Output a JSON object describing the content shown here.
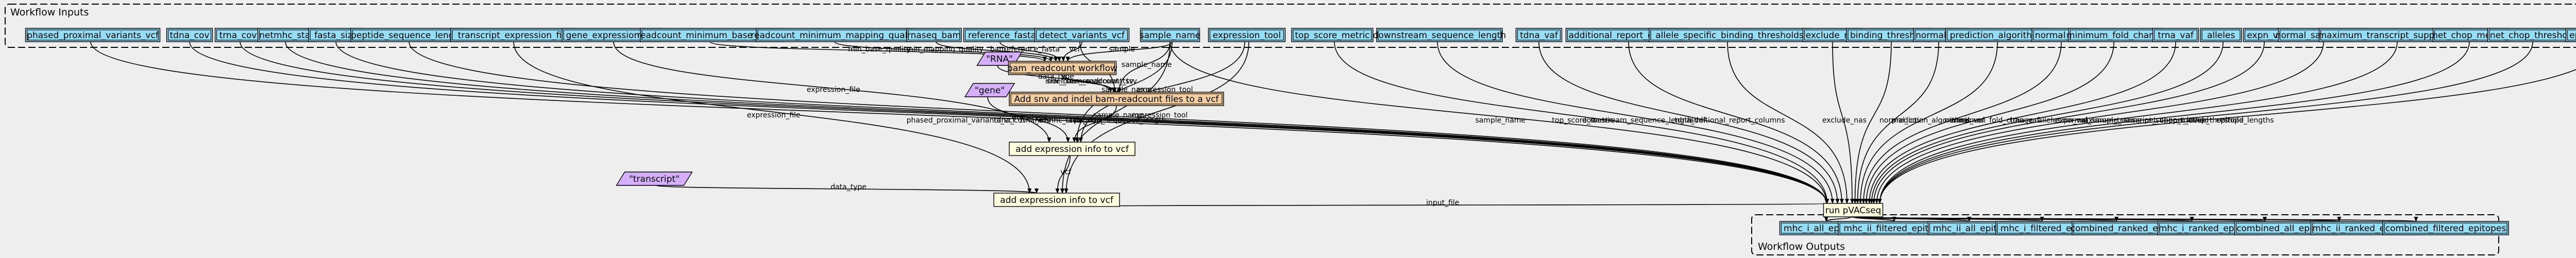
{
  "clusters": {
    "inputs_title": "Workflow Inputs",
    "outputs_title": "Workflow Outputs"
  },
  "inputs": [
    {
      "id": "phased_proximal_variants_vcf",
      "label": "phased_proximal_variants_vcf"
    },
    {
      "id": "tdna_cov",
      "label": "tdna_cov"
    },
    {
      "id": "trna_cov",
      "label": "trna_cov"
    },
    {
      "id": "netmhc_stab",
      "label": "netmhc_stab"
    },
    {
      "id": "fasta_size",
      "label": "fasta_size"
    },
    {
      "id": "peptide_sequence_length",
      "label": "peptide_sequence_length"
    },
    {
      "id": "transcript_expression_file",
      "label": "transcript_expression_file"
    },
    {
      "id": "gene_expression_file",
      "label": "gene_expression_file"
    },
    {
      "id": "readcount_minimum_base_quality",
      "label": "readcount_minimum_base_quality"
    },
    {
      "id": "readcount_minimum_mapping_quality",
      "label": "readcount_minimum_mapping_quality"
    },
    {
      "id": "rnaseq_bam",
      "label": "rnaseq_bam"
    },
    {
      "id": "reference_fasta",
      "label": "reference_fasta"
    },
    {
      "id": "detect_variants_vcf",
      "label": "detect_variants_vcf"
    },
    {
      "id": "sample_name",
      "label": "sample_name"
    },
    {
      "id": "expression_tool",
      "label": "expression_tool"
    },
    {
      "id": "top_score_metric",
      "label": "top_score_metric"
    },
    {
      "id": "downstream_sequence_length",
      "label": "downstream_sequence_length"
    },
    {
      "id": "tdna_vaf",
      "label": "tdna_vaf"
    },
    {
      "id": "additional_report_columns",
      "label": "additional_report_columns"
    },
    {
      "id": "allele_specific_binding_thresholds",
      "label": "allele_specific_binding_thresholds"
    },
    {
      "id": "exclude_nas",
      "label": "exclude_nas"
    },
    {
      "id": "binding_threshold",
      "label": "binding_threshold"
    },
    {
      "id": "normal_cov",
      "label": "normal_cov"
    },
    {
      "id": "prediction_algorithms",
      "label": "prediction_algorithms"
    },
    {
      "id": "normal_vaf",
      "label": "normal_vaf"
    },
    {
      "id": "minimum_fold_change",
      "label": "minimum_fold_change"
    },
    {
      "id": "trna_vaf",
      "label": "trna_vaf"
    },
    {
      "id": "alleles",
      "label": "alleles"
    },
    {
      "id": "expn_val",
      "label": "expn_val"
    },
    {
      "id": "normal_sample_name",
      "label": "normal_sample_name"
    },
    {
      "id": "maximum_transcript_support_level",
      "label": "maximum_transcript_support_level"
    },
    {
      "id": "net_chop_method",
      "label": "net_chop_method"
    },
    {
      "id": "net_chop_threshold",
      "label": "net_chop_threshold"
    },
    {
      "id": "epitope_lengths",
      "label": "epitope_lengths"
    }
  ],
  "defaults": {
    "rna": "\"RNA\"",
    "gene": "\"gene\"",
    "transcript": "\"transcript\""
  },
  "steps": {
    "bam_readcount_workflow": "bam_readcount workflow",
    "add_snv_indel": "Add snv and indel bam-readcount files to a vcf",
    "add_expr_1": "add expression info to vcf",
    "add_expr_2": "add expression info to vcf",
    "pvacseq": "run pVACseq"
  },
  "outputs": [
    {
      "id": "mhc_i_all_epitopes",
      "label": "mhc_i_all_epitopes"
    },
    {
      "id": "mhc_ii_filtered_epitopes",
      "label": "mhc_ii_filtered_epitopes"
    },
    {
      "id": "mhc_ii_all_epitopes",
      "label": "mhc_ii_all_epitopes"
    },
    {
      "id": "mhc_i_filtered_epitopes",
      "label": "mhc_i_filtered_epitopes"
    },
    {
      "id": "combined_ranked_epitopes",
      "label": "combined_ranked_epitopes"
    },
    {
      "id": "mhc_i_ranked_epitopes",
      "label": "mhc_i_ranked_epitopes"
    },
    {
      "id": "combined_all_epitopes",
      "label": "combined_all_epitopes"
    },
    {
      "id": "mhc_ii_ranked_epitopes",
      "label": "mhc_ii_ranked_epitopes"
    },
    {
      "id": "combined_filtered_epitopes",
      "label": "combined_filtered_epitopes"
    }
  ],
  "edges": [
    {
      "from": "readcount_minimum_base_quality",
      "to": "bam_readcount_workflow",
      "label": "min_base_quality"
    },
    {
      "from": "readcount_minimum_mapping_quality",
      "to": "bam_readcount_workflow",
      "label": "min_mapping_quality"
    },
    {
      "from": "rnaseq_bam",
      "to": "bam_readcount_workflow",
      "label": "bam"
    },
    {
      "from": "reference_fasta",
      "to": "bam_readcount_workflow",
      "label": "reference_fasta"
    },
    {
      "from": "detect_variants_vcf",
      "to": "bam_readcount_workflow",
      "label": "vcf"
    },
    {
      "from": "sample_name",
      "to": "bam_readcount_workflow",
      "label": "sample"
    },
    {
      "from": "rna",
      "to": "add_snv_indel",
      "label": "data_type"
    },
    {
      "from": "bam_readcount_workflow",
      "to": "add_snv_indel",
      "label": "snv_bam_readcount_tsv"
    },
    {
      "from": "bam_readcount_workflow",
      "to": "add_snv_indel",
      "label": "indel_bam_readcount_tsv"
    },
    {
      "from": "detect_variants_vcf",
      "to": "add_snv_indel",
      "label": "vcf"
    },
    {
      "from": "sample_name",
      "to": "add_snv_indel",
      "label": "sample_name"
    },
    {
      "from": "gene_expression_file",
      "to": "add_expr_1",
      "label": "expression_file"
    },
    {
      "from": "gene",
      "to": "add_expr_1",
      "label": "data_type"
    },
    {
      "from": "add_snv_indel",
      "to": "add_expr_1",
      "label": "vcf"
    },
    {
      "from": "sample_name",
      "to": "add_expr_1",
      "label": "sample_name"
    },
    {
      "from": "expression_tool",
      "to": "add_expr_1",
      "label": "expression_tool"
    },
    {
      "from": "transcript_expression_file",
      "to": "add_expr_2",
      "label": "expression_file"
    },
    {
      "from": "transcript",
      "to": "add_expr_2",
      "label": "data_type"
    },
    {
      "from": "add_expr_1",
      "to": "add_expr_2",
      "label": "vcf"
    },
    {
      "from": "sample_name",
      "to": "add_expr_2",
      "label": "sample_name"
    },
    {
      "from": "expression_tool",
      "to": "add_expr_2",
      "label": "expression_tool"
    },
    {
      "from": "phased_proximal_variants_vcf",
      "to": "pvacseq",
      "label": "phased_proximal_variants_vcf"
    },
    {
      "from": "tdna_cov",
      "to": "pvacseq",
      "label": "tdna_cov"
    },
    {
      "from": "trna_cov",
      "to": "pvacseq",
      "label": "trna_cov"
    },
    {
      "from": "netmhc_stab",
      "to": "pvacseq",
      "label": "netmhc_stab"
    },
    {
      "from": "fasta_size",
      "to": "pvacseq",
      "label": "fasta_size"
    },
    {
      "from": "peptide_sequence_length",
      "to": "pvacseq",
      "label": "peptide_sequence_length"
    },
    {
      "from": "add_expr_2",
      "to": "pvacseq",
      "label": "input_file"
    },
    {
      "from": "sample_name",
      "to": "pvacseq",
      "label": "sample_name"
    },
    {
      "from": "top_score_metric",
      "to": "pvacseq",
      "label": "top_score_metric"
    },
    {
      "from": "downstream_sequence_length",
      "to": "pvacseq",
      "label": "downstream_sequence_length"
    },
    {
      "from": "tdna_vaf",
      "to": "pvacseq",
      "label": "tdna_vaf"
    },
    {
      "from": "additional_report_columns",
      "to": "pvacseq",
      "label": "additional_report_columns"
    },
    {
      "from": "allele_specific_binding_thresholds",
      "to": "pvacseq",
      "label": ""
    },
    {
      "from": "exclude_nas",
      "to": "pvacseq",
      "label": "exclude_nas"
    },
    {
      "from": "binding_threshold",
      "to": "pvacseq",
      "label": ""
    },
    {
      "from": "normal_cov",
      "to": "pvacseq",
      "label": "normal_cov"
    },
    {
      "from": "prediction_algorithms",
      "to": "pvacseq",
      "label": "prediction_algorithms"
    },
    {
      "from": "normal_vaf",
      "to": "pvacseq",
      "label": "normal_vaf"
    },
    {
      "from": "minimum_fold_change",
      "to": "pvacseq",
      "label": "minimum_fold_change"
    },
    {
      "from": "trna_vaf",
      "to": "pvacseq",
      "label": "trna_vaf"
    },
    {
      "from": "alleles",
      "to": "pvacseq",
      "label": "alleles"
    },
    {
      "from": "expn_val",
      "to": "pvacseq",
      "label": "expn_val"
    },
    {
      "from": "normal_sample_name",
      "to": "pvacseq",
      "label": "normal_sample_name"
    },
    {
      "from": "maximum_transcript_support_level",
      "to": "pvacseq",
      "label": "maximum_transcript_support_level"
    },
    {
      "from": "net_chop_method",
      "to": "pvacseq",
      "label": "net_chop_method"
    },
    {
      "from": "net_chop_threshold",
      "to": "pvacseq",
      "label": "net_chop_threshold"
    },
    {
      "from": "epitope_lengths",
      "to": "pvacseq",
      "label": "epitope_lengths"
    },
    {
      "from": "pvacseq",
      "to": "mhc_i_all_epitopes",
      "label": ""
    },
    {
      "from": "pvacseq",
      "to": "mhc_ii_filtered_epitopes",
      "label": ""
    },
    {
      "from": "pvacseq",
      "to": "mhc_ii_all_epitopes",
      "label": ""
    },
    {
      "from": "pvacseq",
      "to": "mhc_i_filtered_epitopes",
      "label": ""
    },
    {
      "from": "pvacseq",
      "to": "combined_ranked_epitopes",
      "label": ""
    },
    {
      "from": "pvacseq",
      "to": "mhc_i_ranked_epitopes",
      "label": ""
    },
    {
      "from": "pvacseq",
      "to": "combined_all_epitopes",
      "label": ""
    },
    {
      "from": "pvacseq",
      "to": "mhc_ii_ranked_epitopes",
      "label": ""
    },
    {
      "from": "pvacseq",
      "to": "combined_filtered_epitopes",
      "label": ""
    }
  ],
  "colors": {
    "background": "#eeeeee",
    "io_node_fill": "#94ddf4",
    "step_fill": "#ffffe0",
    "workflow_fill": "#f3cea1",
    "default_fill": "#d5aefc",
    "stroke": "#000000"
  }
}
